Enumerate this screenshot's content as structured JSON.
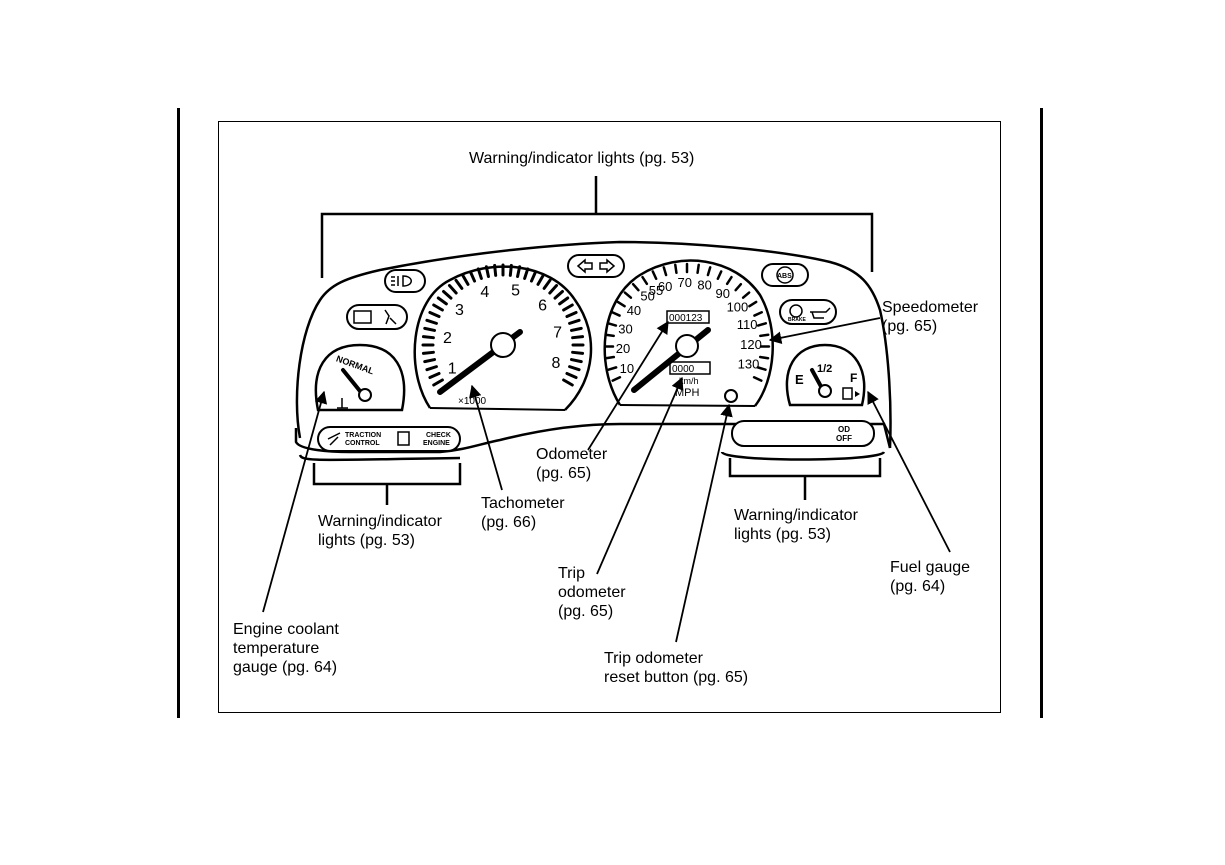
{
  "labels": {
    "warning_top": "Warning/indicator lights (pg. 53)",
    "warning_left": [
      "Warning/indicator",
      "lights (pg. 53)"
    ],
    "warning_right": [
      "Warning/indicator",
      "lights (pg. 53)"
    ],
    "speedometer": [
      "Speedometer",
      "(pg. 65)"
    ],
    "odometer": [
      "Odometer",
      "(pg. 65)"
    ],
    "tachometer": [
      "Tachometer",
      "(pg. 66)"
    ],
    "trip_odometer": [
      "Trip",
      "odometer",
      "(pg. 65)"
    ],
    "trip_reset": [
      "Trip odometer",
      "reset button (pg. 65)"
    ],
    "fuel_gauge": [
      "Fuel gauge",
      "(pg. 64)"
    ],
    "coolant_gauge": [
      "Engine coolant",
      "temperature",
      "gauge (pg. 64)"
    ]
  },
  "gauges": {
    "tachometer": {
      "numbers": [
        "1",
        "2",
        "3",
        "4",
        "5",
        "6",
        "7",
        "8"
      ],
      "multiplier": "×1000"
    },
    "speedometer": {
      "mph": [
        "10",
        "20",
        "30",
        "40",
        "50",
        "55",
        "60",
        "70",
        "80",
        "90",
        "100",
        "110",
        "120",
        "130"
      ],
      "odometer": "000123",
      "trip": "0000",
      "units_top": "km/h",
      "units_bottom": "MPH"
    },
    "fuel": {
      "empty": "E",
      "half": "1/2",
      "full": "F"
    },
    "coolant": {
      "normal": "NORMAL"
    }
  },
  "indicators": {
    "traction_1": "TRACTION",
    "traction_2": "CONTROL",
    "check_1": "CHECK",
    "check_2": "ENGINE",
    "od_1": "OD",
    "od_2": "OFF",
    "abs": "ABS",
    "brake": "BRAKE"
  }
}
